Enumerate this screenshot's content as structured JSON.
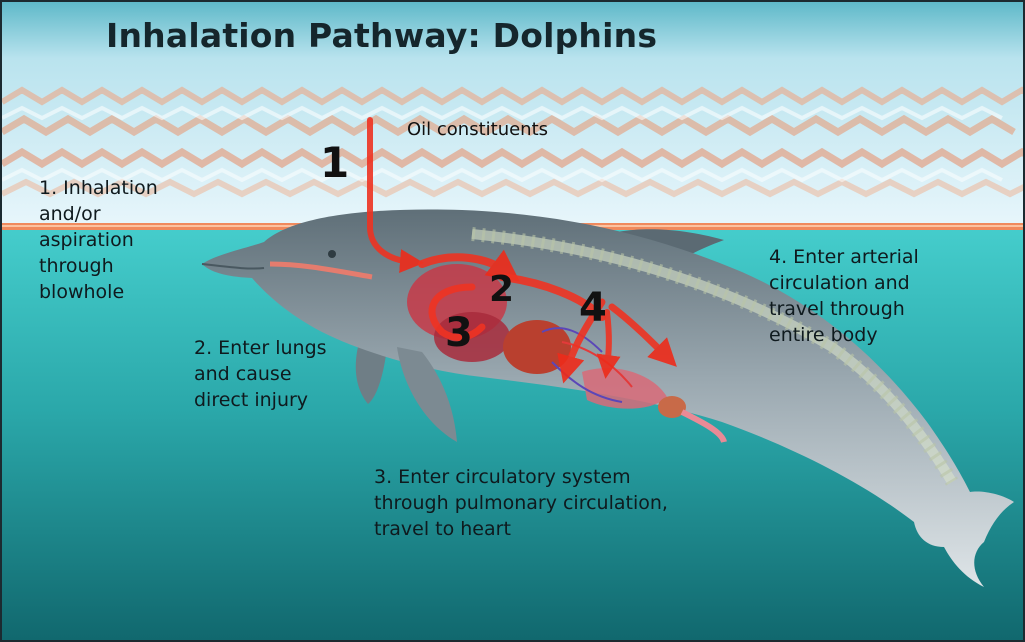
{
  "title": "Inhalation Pathway: Dolphins",
  "source_label": "Oil constituents",
  "step_markers": [
    "1",
    "2",
    "3",
    "4"
  ],
  "steps": [
    {
      "number": "1",
      "lines": [
        "1. Inhalation",
        "and/or",
        "aspiration",
        "through",
        "blowhole"
      ]
    },
    {
      "number": "2",
      "lines": [
        "2. Enter lungs",
        "and cause",
        "direct injury"
      ]
    },
    {
      "number": "3",
      "lines": [
        "3. Enter circulatory system",
        "through pulmonary circulation,",
        "travel to heart"
      ]
    },
    {
      "number": "4",
      "lines": [
        "4. Enter arterial",
        "circulation and",
        "travel through",
        "entire body"
      ]
    }
  ],
  "colors": {
    "sky": "#dff1f8",
    "water_top": "#3fc6c6",
    "water_bottom": "#0f6e74",
    "oil_wave": "#e8875a",
    "dolphin_body": "#b8c2c8",
    "arrow": "#ee3322"
  }
}
